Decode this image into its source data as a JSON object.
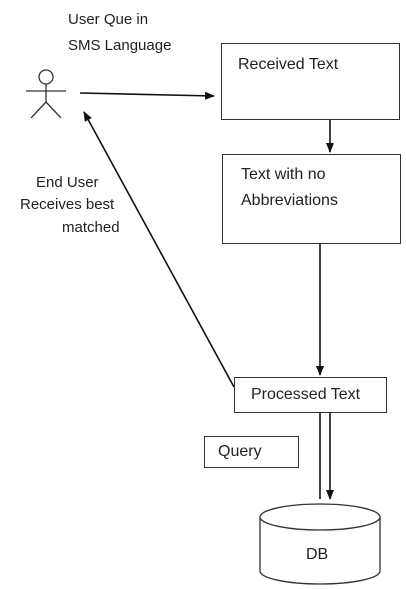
{
  "labels": {
    "user_query_line1": "User Que in",
    "user_query_line2": "SMS Language",
    "end_user_line1": "End User",
    "end_user_line2": "Receives  best",
    "end_user_line3": "matched"
  },
  "boxes": {
    "received_text": "Received  Text",
    "no_abbrev_line1": "Text with no",
    "no_abbrev_line2": "Abbreviations",
    "processed_text": "Processed Text",
    "query": "Query",
    "database": "DB"
  }
}
